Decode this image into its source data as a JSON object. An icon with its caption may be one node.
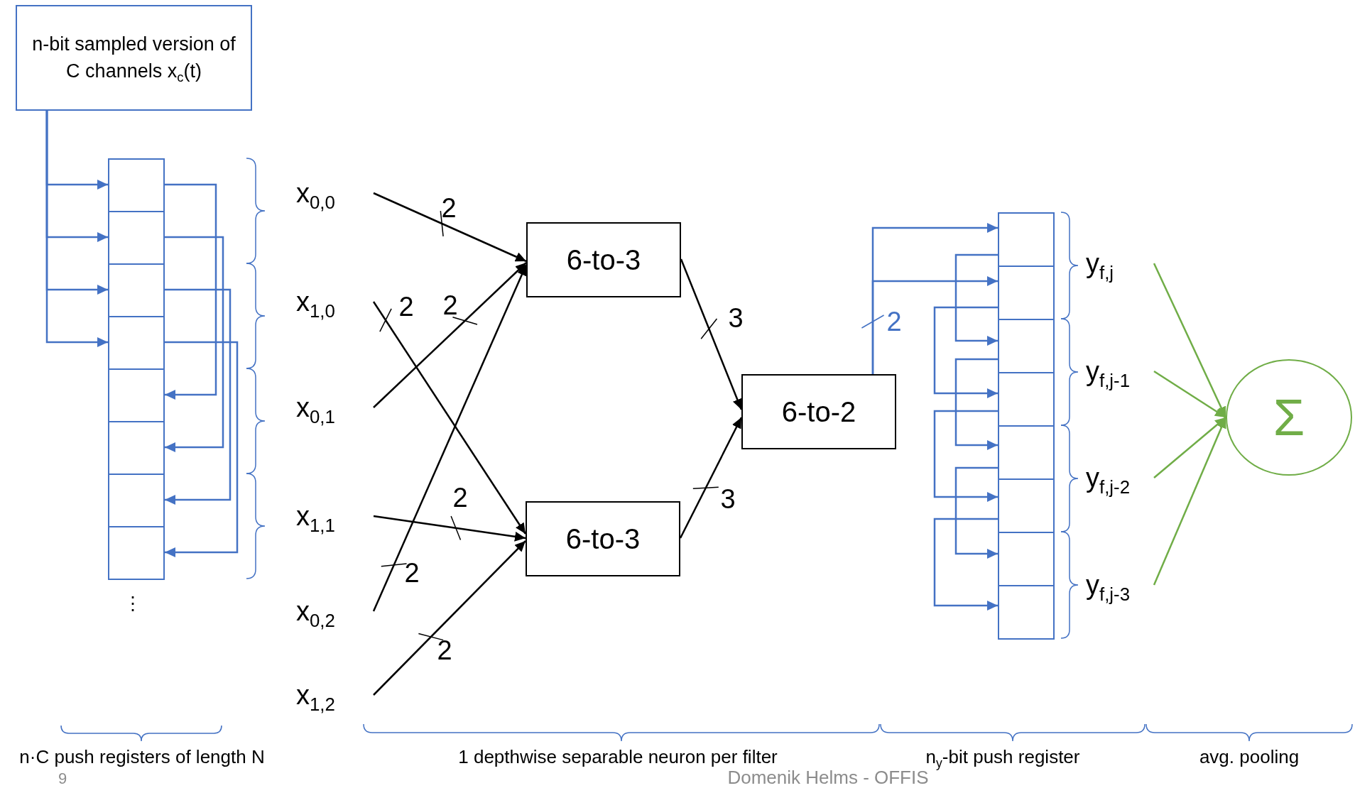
{
  "diagram": {
    "nodes": [
      {
        "text": [
          "n-bit sampled version of C channels x$_{c}$(t)"
        ]
      },
      {
        "text": [],
        "shape": "box"
      },
      {
        "text": [],
        "shape": "box"
      },
      {
        "text": [],
        "shape": "box"
      },
      {
        "text": [],
        "shape": "box"
      },
      {
        "text": [],
        "shape": "box"
      },
      {
        "text": [],
        "shape": "box"
      },
      {
        "text": [],
        "shape": "box"
      },
      {
        "text": [],
        "shape": "box"
      },
      {
        "text": [
          "x$_{0,0}$"
        ]
      },
      {
        "text": [
          "x$_{1,0}$"
        ]
      },
      {
        "text": [
          "x$_{0,1}$"
        ]
      },
      {
        "text": [
          "x$_{1,1}$"
        ]
      },
      {
        "text": [
          "x$_{0,2}$"
        ]
      },
      {
        "text": [
          "x$_{1,2}$"
        ]
      },
      {
        "text": [
          "6-to-3"
        ]
      },
      {
        "text": [
          "6-to-3"
        ]
      },
      {
        "text": [
          "6-to-2"
        ]
      },
      {
        "text": [],
        "shape": "box"
      },
      {
        "text": [],
        "shape": "box"
      },
      {
        "text": [],
        "shape": "box"
      },
      {
        "text": [],
        "shape": "box"
      },
      {
        "text": [],
        "shape": "box"
      },
      {
        "text": [],
        "shape": "box"
      },
      {
        "text": [],
        "shape": "box"
      },
      {
        "text": [],
        "shape": "box"
      },
      {
        "text": [
          "y$_{f,j}$"
        ]
      },
      {
        "text": [
          "y$_{f,j-1}$"
        ]
      },
      {
        "text": [
          "y$_{f,j-2}$"
        ]
      },
      {
        "text": [
          "y$_{f,j-3}$"
        ]
      },
      {
        "text": [
          "Σ"
        ]
      }
    ],
    "edges": [
      {
        "from": 0,
        "to": 1,
        "arrow": "to"
      },
      {
        "from": 0,
        "to": 2,
        "arrow": "to"
      },
      {
        "from": 0,
        "to": 3,
        "arrow": "to"
      },
      {
        "from": 0,
        "to": 4,
        "arrow": "to"
      },
      {
        "from": 1,
        "to": 5,
        "arrow": "to"
      },
      {
        "from": 2,
        "to": 6,
        "arrow": "to"
      },
      {
        "from": 3,
        "to": 7,
        "arrow": "to"
      },
      {
        "from": 4,
        "to": 8,
        "arrow": "to"
      },
      {
        "from": 9,
        "to": 15,
        "arrow": "to",
        "label": "2",
        "color": "#000000"
      },
      {
        "from": 10,
        "to": 16,
        "arrow": "to",
        "label": "2",
        "color": "#000000"
      },
      {
        "from": 11,
        "to": 15,
        "arrow": "to",
        "label": "2",
        "color": "#000000"
      },
      {
        "from": 12,
        "to": 16,
        "arrow": "to",
        "label": "2",
        "color": "#000000"
      },
      {
        "from": 13,
        "to": 15,
        "arrow": "to",
        "label": "2",
        "color": "#000000"
      },
      {
        "from": 14,
        "to": 16,
        "arrow": "to",
        "label": "2",
        "color": "#000000"
      },
      {
        "from": 15,
        "to": 17,
        "arrow": "to",
        "label": "3",
        "color": "#000000"
      },
      {
        "from": 16,
        "to": 17,
        "arrow": "to",
        "label": "3",
        "color": "#000000"
      },
      {
        "from": 17,
        "to": 18,
        "arrow": "to",
        "label": "2"
      },
      {
        "from": 17,
        "to": 19,
        "arrow": "to"
      },
      {
        "from": 18,
        "to": 20,
        "arrow": "to"
      },
      {
        "from": 19,
        "to": 21,
        "arrow": "to"
      },
      {
        "from": 20,
        "to": 22,
        "arrow": "to"
      },
      {
        "from": 21,
        "to": 23,
        "arrow": "to"
      },
      {
        "from": 22,
        "to": 24,
        "arrow": "to"
      },
      {
        "from": 23,
        "to": 25,
        "arrow": "to"
      },
      {
        "from": 26,
        "to": 30,
        "arrow": "to",
        "color": "#70ad47"
      },
      {
        "from": 27,
        "to": 30,
        "arrow": "to",
        "color": "#70ad47"
      },
      {
        "from": 28,
        "to": 30,
        "arrow": "to",
        "color": "#70ad47"
      },
      {
        "from": 29,
        "to": 30,
        "arrow": "to",
        "color": "#70ad47"
      }
    ],
    "labels": [
      "⋮",
      "n·C push registers of length N",
      "1 depthwise separable neuron per filter",
      "n$_{y}$-bit push register",
      "avg. pooling",
      "9",
      "Domenik Helms - OFFIS"
    ]
  }
}
